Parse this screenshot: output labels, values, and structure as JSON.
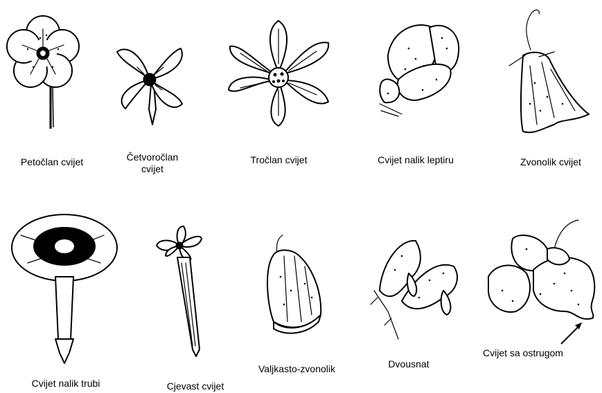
{
  "labels": {
    "five_petal": "Petočlan cvijet",
    "four_petal": "Četvoročlan\ncvijet",
    "three_petal": "Tročlan cvijet",
    "butterfly": "Cvijet nalik leptiru",
    "bell": "Zvonolik cvijet",
    "trumpet": "Cvijet nalik trubi",
    "tubular": "Cjevast cvijet",
    "cylindrical_bell": "Valjkasto-zvonolik",
    "two_lipped": "Dvousnat",
    "spurred": "Cvijet sa ostrugom"
  }
}
